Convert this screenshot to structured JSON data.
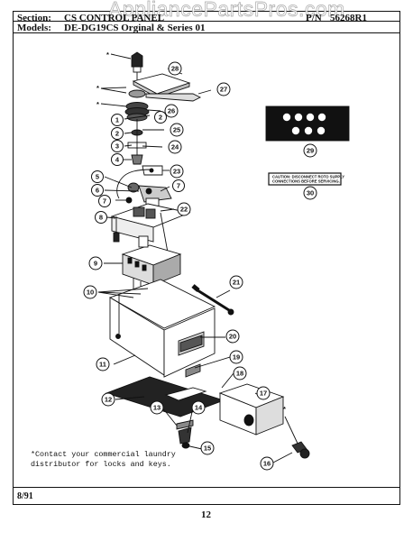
{
  "header": {
    "section_label": "Section:",
    "section_value": "CS CONTROL PANEL",
    "models_label": "Models:",
    "models_value": "DE-DG19CS  Orginal & Series 01",
    "pn_label": "P/N",
    "pn_value": "56268R1"
  },
  "watermark": "AppliancePartsPros.com",
  "callouts": [
    "1",
    "2",
    "2",
    "3",
    "4",
    "5",
    "6",
    "7",
    "7",
    "8",
    "9",
    "10",
    "11",
    "12",
    "13",
    "14",
    "15",
    "16",
    "17",
    "18",
    "19",
    "20",
    "21",
    "22",
    "23",
    "24",
    "25",
    "26",
    "27",
    "28",
    "29",
    "30"
  ],
  "caution_text": [
    "CAUTION: DISCONNECT ROTO SUPPLY",
    "CONNECTIONS BEFORE SERVICING."
  ],
  "note_lines": [
    "*Contact your commercial laundry",
    "distributor for locks and keys."
  ],
  "footer": {
    "date": "8/91",
    "page": "12"
  },
  "colors": {
    "ink": "#111111",
    "panel": "#111111"
  }
}
